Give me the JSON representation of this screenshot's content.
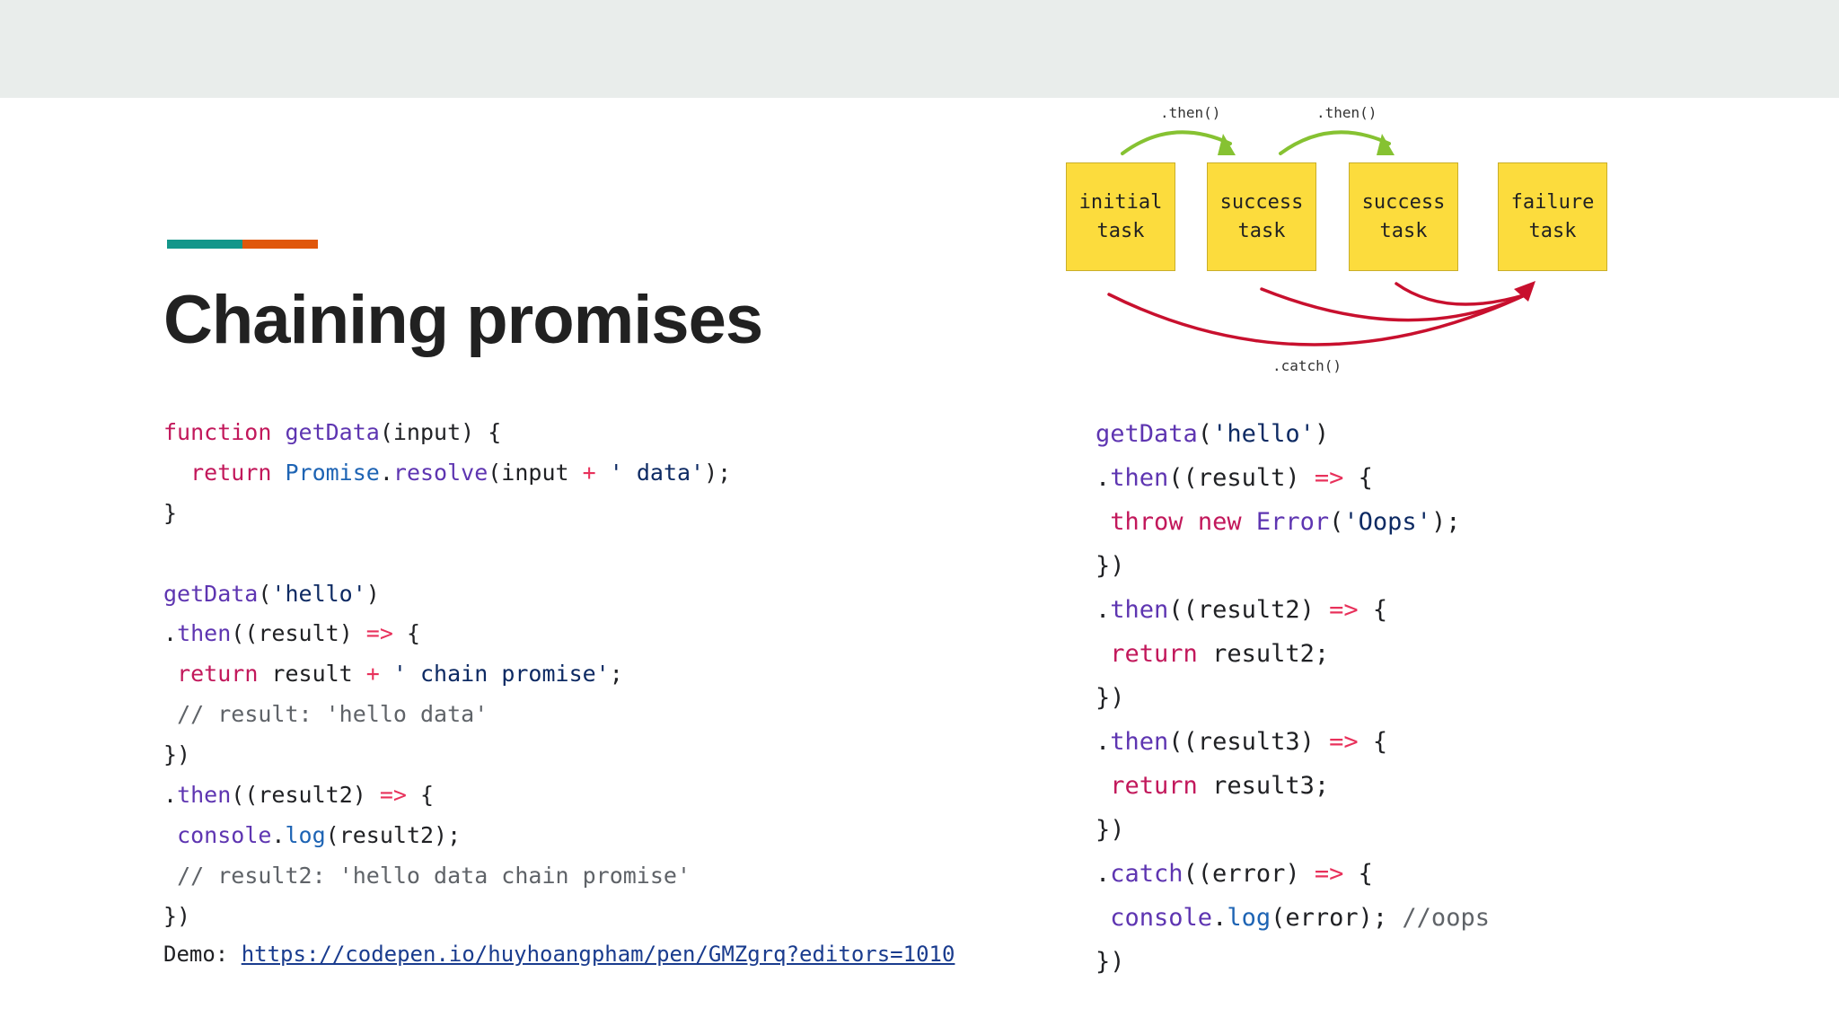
{
  "slide": {
    "title": "Chaining promises",
    "colors": {
      "top_band": "#e9edeb",
      "accent_teal": "#13968a",
      "accent_orange": "#e0570b",
      "task_yellow": "#fcdc3d",
      "then_arrow_green": "#86c232",
      "catch_arrow_red": "#c8102e"
    }
  },
  "diagram": {
    "then_label_1": ".then()",
    "then_label_2": ".then()",
    "catch_label": ".catch()",
    "tasks": [
      {
        "label": "initial\ntask"
      },
      {
        "label": "success\ntask"
      },
      {
        "label": "success\ntask"
      },
      {
        "label": "failure\ntask"
      }
    ]
  },
  "code_left": [
    [
      [
        "keyword",
        "function "
      ],
      [
        "fn",
        "getData"
      ],
      [
        "punct",
        "(input) {"
      ]
    ],
    [
      [
        "plain",
        "  "
      ],
      [
        "keyword",
        "return "
      ],
      [
        "builtin",
        "Promise"
      ],
      [
        "punct",
        "."
      ],
      [
        "fn",
        "resolve"
      ],
      [
        "punct",
        "(input "
      ],
      [
        "op",
        "+"
      ],
      [
        "punct",
        " "
      ],
      [
        "string",
        "' data'"
      ],
      [
        "punct",
        ");"
      ]
    ],
    [
      [
        "punct",
        "}"
      ]
    ],
    [
      [
        "plain",
        " "
      ]
    ],
    [
      [
        "fn",
        "getData"
      ],
      [
        "punct",
        "("
      ],
      [
        "string",
        "'hello'"
      ],
      [
        "punct",
        ")"
      ]
    ],
    [
      [
        "punct",
        "."
      ],
      [
        "fn",
        "then"
      ],
      [
        "punct",
        "((result) "
      ],
      [
        "op",
        "=>"
      ],
      [
        "punct",
        " {"
      ]
    ],
    [
      [
        "plain",
        " "
      ],
      [
        "keyword",
        "return "
      ],
      [
        "plain",
        "result "
      ],
      [
        "op",
        "+"
      ],
      [
        "plain",
        " "
      ],
      [
        "string",
        "' chain promise'"
      ],
      [
        "punct",
        ";"
      ]
    ],
    [
      [
        "plain",
        " "
      ],
      [
        "comment",
        "// result: 'hello data'"
      ]
    ],
    [
      [
        "punct",
        "})"
      ]
    ],
    [
      [
        "punct",
        "."
      ],
      [
        "fn",
        "then"
      ],
      [
        "punct",
        "((result2) "
      ],
      [
        "op",
        "=>"
      ],
      [
        "punct",
        " {"
      ]
    ],
    [
      [
        "plain",
        " "
      ],
      [
        "fn",
        "console"
      ],
      [
        "punct",
        "."
      ],
      [
        "builtin",
        "log"
      ],
      [
        "punct",
        "(result2);"
      ]
    ],
    [
      [
        "plain",
        " "
      ],
      [
        "comment",
        "// result2: 'hello data chain promise'"
      ]
    ],
    [
      [
        "punct",
        "})"
      ]
    ]
  ],
  "demo": {
    "label": "Demo: ",
    "url": "https://codepen.io/huyhoangpham/pen/GMZgrq?editors=1010"
  },
  "code_right": [
    [
      [
        "fn",
        "getData"
      ],
      [
        "punct",
        "("
      ],
      [
        "string",
        "'hello'"
      ],
      [
        "punct",
        ")"
      ]
    ],
    [
      [
        "punct",
        "."
      ],
      [
        "fn",
        "then"
      ],
      [
        "punct",
        "((result) "
      ],
      [
        "op",
        "=>"
      ],
      [
        "punct",
        " {"
      ]
    ],
    [
      [
        "plain",
        " "
      ],
      [
        "keyword",
        "throw "
      ],
      [
        "keyword",
        "new "
      ],
      [
        "fn",
        "Error"
      ],
      [
        "punct",
        "("
      ],
      [
        "string",
        "'Oops'"
      ],
      [
        "punct",
        ");"
      ]
    ],
    [
      [
        "punct",
        "})"
      ]
    ],
    [
      [
        "punct",
        "."
      ],
      [
        "fn",
        "then"
      ],
      [
        "punct",
        "((result2) "
      ],
      [
        "op",
        "=>"
      ],
      [
        "punct",
        " {"
      ]
    ],
    [
      [
        "plain",
        " "
      ],
      [
        "keyword",
        "return "
      ],
      [
        "plain",
        "result2;"
      ]
    ],
    [
      [
        "punct",
        "})"
      ]
    ],
    [
      [
        "punct",
        "."
      ],
      [
        "fn",
        "then"
      ],
      [
        "punct",
        "((result3) "
      ],
      [
        "op",
        "=>"
      ],
      [
        "punct",
        " {"
      ]
    ],
    [
      [
        "plain",
        " "
      ],
      [
        "keyword",
        "return "
      ],
      [
        "plain",
        "result3;"
      ]
    ],
    [
      [
        "punct",
        "})"
      ]
    ],
    [
      [
        "punct",
        "."
      ],
      [
        "fn",
        "catch"
      ],
      [
        "punct",
        "((error) "
      ],
      [
        "op",
        "=>"
      ],
      [
        "punct",
        " {"
      ]
    ],
    [
      [
        "plain",
        " "
      ],
      [
        "fn",
        "console"
      ],
      [
        "punct",
        "."
      ],
      [
        "builtin",
        "log"
      ],
      [
        "punct",
        "(error); "
      ],
      [
        "comment",
        "//oops"
      ]
    ],
    [
      [
        "punct",
        "})"
      ]
    ]
  ]
}
